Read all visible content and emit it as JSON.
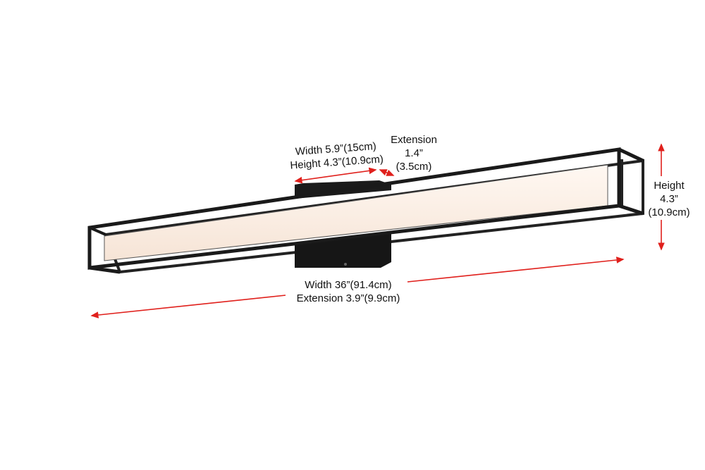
{
  "dimensions": {
    "backplate": {
      "width": "Width 5.9”(15cm)",
      "height": "Height 4.3”(10.9cm)"
    },
    "backplate_extension": {
      "label": "Extension",
      "inches": "1.4”",
      "cm": "(3.5cm)"
    },
    "fixture_height": {
      "label": "Height",
      "inches": "4.3”",
      "cm": "(10.9cm)"
    },
    "fixture": {
      "width": "Width 36”(91.4cm)",
      "extension": "Extension 3.9”(9.9cm)"
    }
  },
  "colors": {
    "arrow": "#e0201c",
    "frame": "#1a1a1a",
    "diffuser": "#fbeee3"
  }
}
